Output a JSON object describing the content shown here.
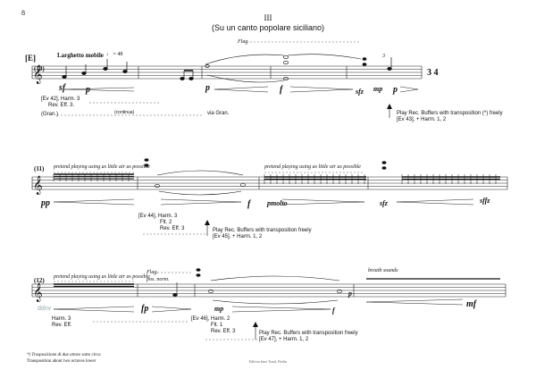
{
  "page": {
    "number": "8",
    "movement_title": "III",
    "movement_subtitle": "(Su un canto popolare siciliano)",
    "publisher_footer": "Edition Inter Tonal, Berlin",
    "footnote_line1": "*) Trasposizione di due ottave sotto circa",
    "footnote_line2": "Transposition about two octaves lower"
  },
  "system1": {
    "rehearsal": "[E]",
    "tempo": "Larghetto mobile",
    "tempo_mark": "♩ = 48",
    "measure": "(10)",
    "flag_label": "Flag.",
    "dyn_sf": "sf",
    "dyn_p1": "p",
    "dyn_p2": "p",
    "dyn_f": "f",
    "dyn_sfz": "sfz",
    "dyn_mp": "mp",
    "dyn_p3": "p",
    "tuplet": "3",
    "ev_block": [
      "[Ev 42], Harm. 3",
      "Rev. Eff. 3."
    ],
    "gran": "(Gran.)",
    "continua": "(continua)",
    "via_gran": "via Gran.",
    "buffer_note": [
      "Play Rec. Buffers with transposition (*) freely",
      "[Ev 43], + Harm. 1, 2"
    ],
    "time_sig": "3 4"
  },
  "system2": {
    "measure": "(11)",
    "pretend1": "pretend playing using as little air as possible",
    "pretend2": "pretend playing using as little air as possible",
    "dyn_pp": "pp",
    "dyn_f": "f",
    "dyn_p_molto": "pmolto",
    "dyn_sfz": "sfz",
    "dyn_sffz": "sffz",
    "ev_block": [
      "[Ev 44], Harm. 3",
      "Flt. 2",
      "Rev. Eff. 3"
    ],
    "buffer_note": [
      "Play Rec. Buffers with transposition freely",
      "[Ev 45], + Harm. 1, 2"
    ]
  },
  "system3": {
    "measure": "(12)",
    "pretend": "pretend playing using as little air as possible",
    "flag_label": "Flag.",
    "pos_norm": "pos. norm.",
    "breath": "breath sounds",
    "dyn_fp": "fp",
    "dyn_mp": "mp",
    "dyn_f": "f",
    "dyn_mf": "mf",
    "dyn_p": "p",
    "ev_left": [
      "Harm. 3",
      "Rev. Eff."
    ],
    "ev_block": [
      "[Ev 46], Harm. 2",
      "Flt. 1",
      "Rev. Eff. 3"
    ],
    "buffer_note": [
      "Play Rec. Buffers with transposition freely",
      "[Ev 47], + Harm. 1, 2"
    ],
    "stamp": "ddnv"
  }
}
